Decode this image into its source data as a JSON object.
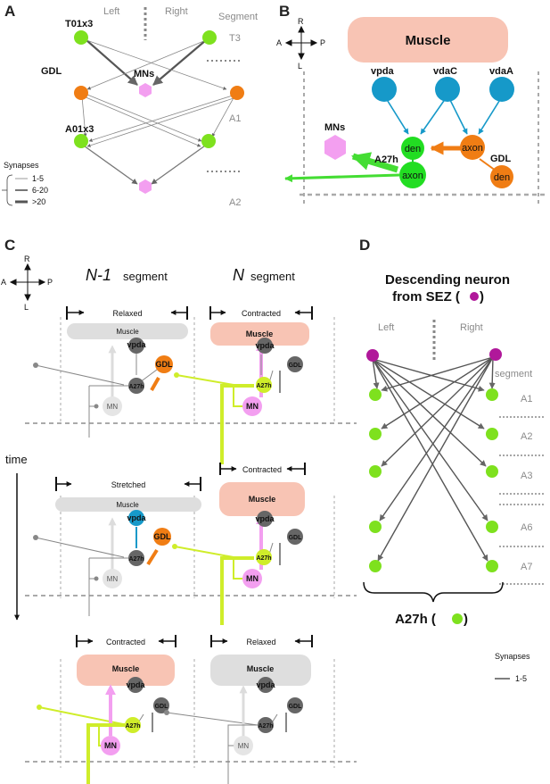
{
  "panel_labels": {
    "a": "A",
    "b": "B",
    "c": "C",
    "d": "D"
  },
  "a": {
    "left": "Left",
    "right": "Right",
    "segment": "Segment",
    "t3": "T3",
    "a1": "A1",
    "a2": "A2",
    "t01x3": "T01x3",
    "gdl": "GDL",
    "mns": "MNs",
    "a01x3": "A01x3",
    "legend_title": "Synapses",
    "leg1": "1-5",
    "leg2": "6-20",
    "leg3": ">20"
  },
  "b": {
    "muscle": "Muscle",
    "vpda": "vpda",
    "vdac": "vdaC",
    "vdaa": "vdaA",
    "mns": "MNs",
    "a27h": "A27h",
    "den1": "den",
    "axon1": "axon",
    "axon2": "axon",
    "gdl": "GDL",
    "den2": "den",
    "compass": {
      "r": "R",
      "l": "L",
      "a": "A",
      "p": "P"
    }
  },
  "c": {
    "compass": {
      "r": "R",
      "l": "L",
      "a": "A",
      "p": "P"
    },
    "n1": "N-1",
    "n": "N",
    "seg1": "segment",
    "seg2": "segment",
    "time": "time",
    "relaxed": "Relaxed",
    "contracted": "Contracted",
    "stretched": "Stretched",
    "muscle": "Muscle",
    "vpda": "vpda",
    "gdl": "GDL",
    "a27h": "A27h",
    "mn": "MN"
  },
  "d": {
    "title1": "Descending neuron",
    "title2": "from SEZ (",
    "title2_end": ")",
    "left": "Left",
    "right": "Right",
    "segment": "segment",
    "a1": "A1",
    "a2": "A2",
    "a3": "A3",
    "a6": "A6",
    "a7": "A7",
    "bottom": "A27h (",
    "bottom_end": ")",
    "legend_title": "Synapses",
    "leg1": "1-5"
  },
  "colors": {
    "green": "#7ee11e",
    "orange": "#f07d14",
    "pink": "#f39ff0",
    "blue": "#1699c9",
    "magenta": "#b0189a",
    "muscle_pink": "#f8c4b4",
    "yellowgreen": "#cfed2a",
    "grey_cell": "#777777",
    "light_grey": "#dedede"
  }
}
